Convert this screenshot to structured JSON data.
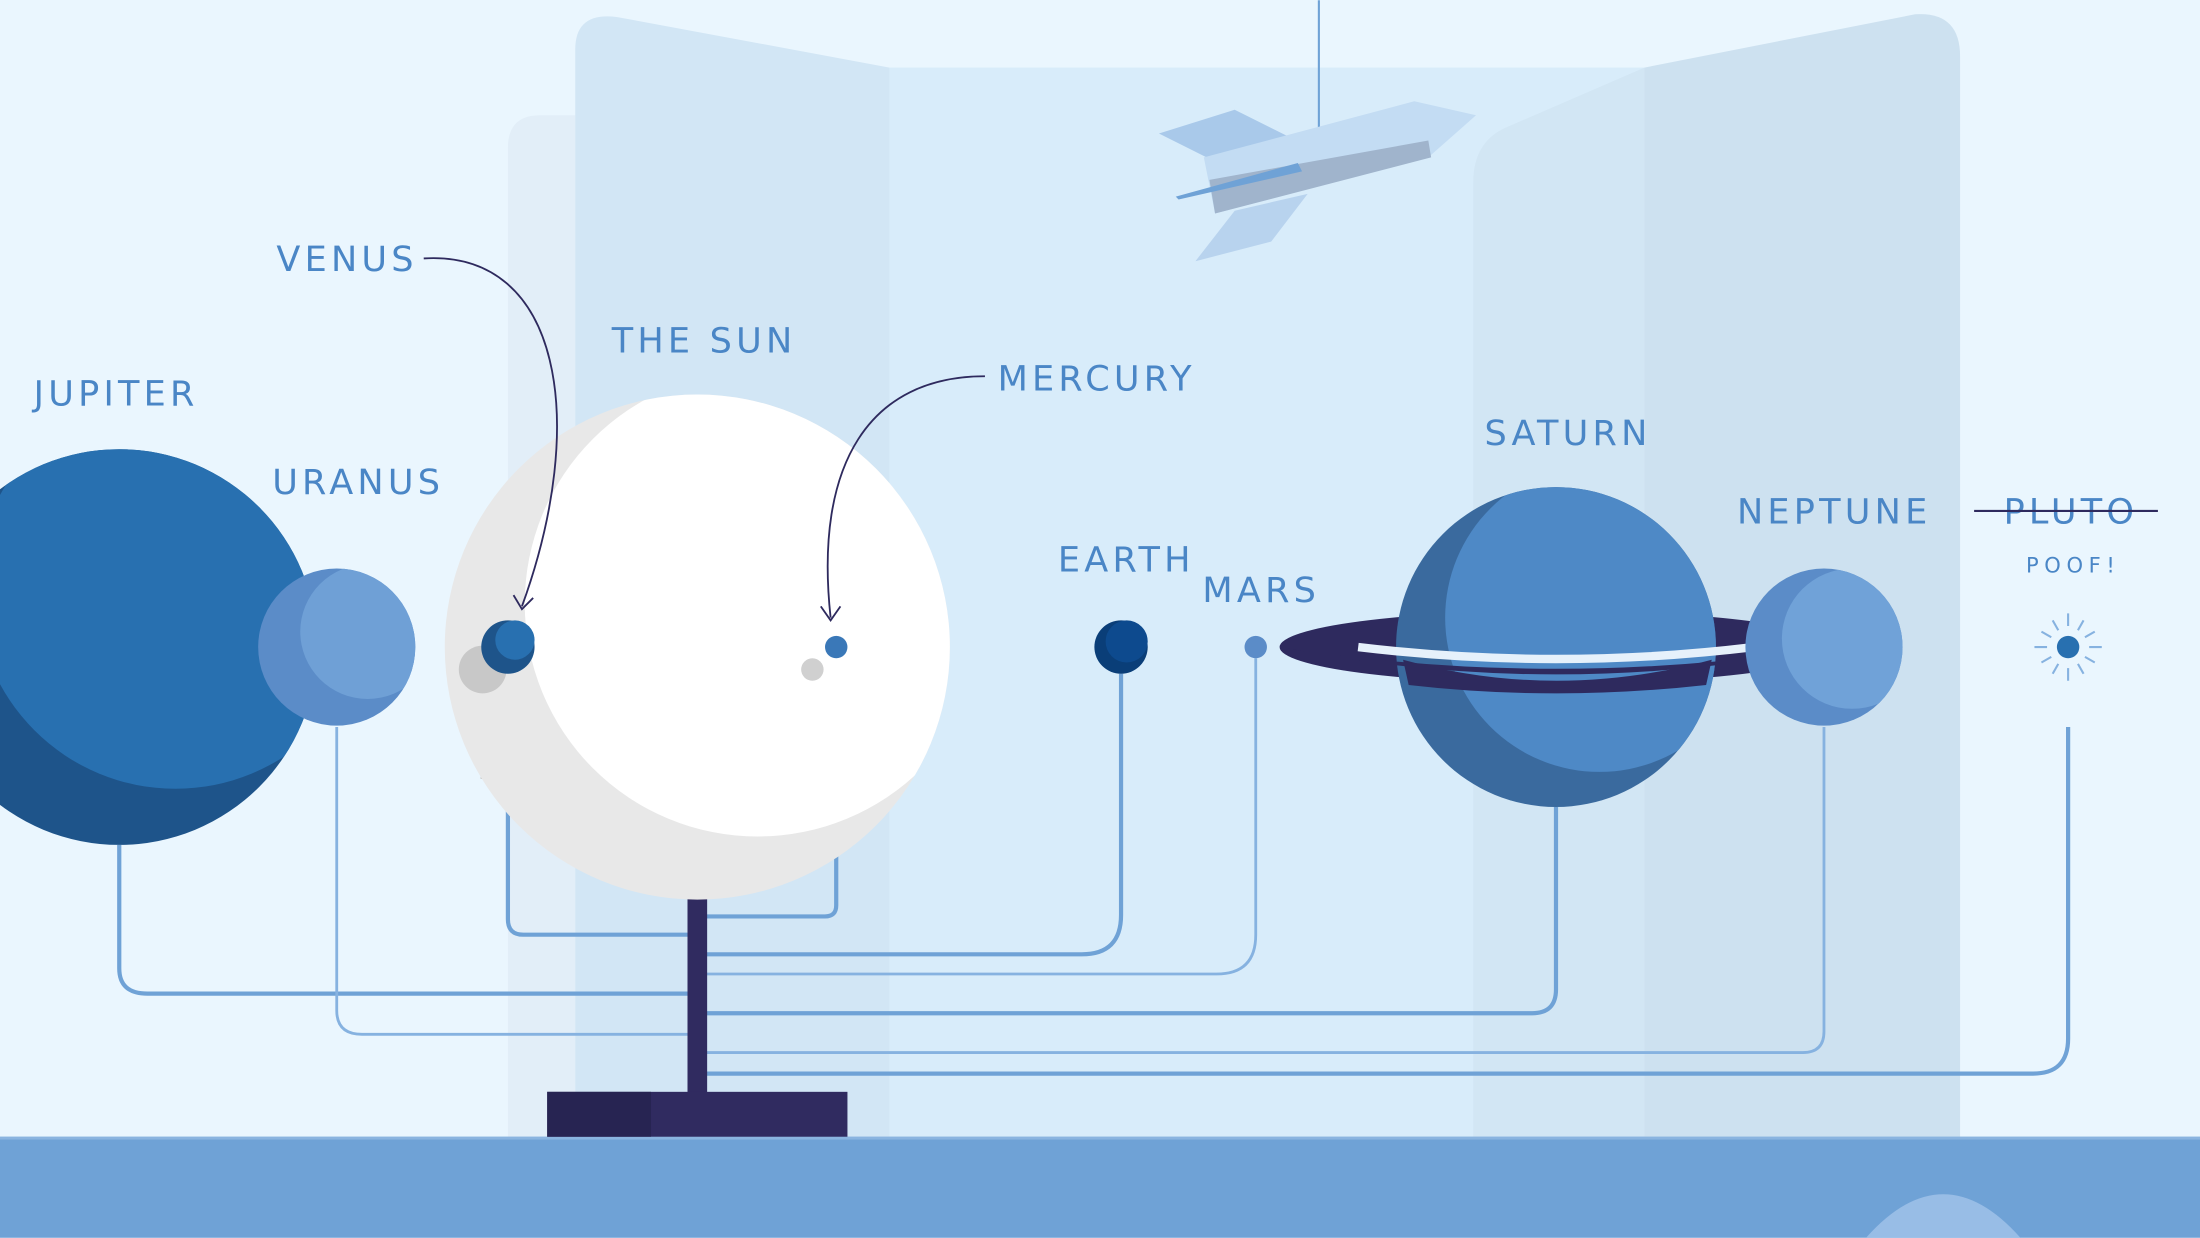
{
  "labels": {
    "jupiter": "JUPITER",
    "uranus": "URANUS",
    "venus": "VENUS",
    "sun": "THE SUN",
    "mercury": "MERCURY",
    "earth": "EARTH",
    "mars": "MARS",
    "saturn": "SATURN",
    "neptune": "NEPTUNE",
    "pluto": "PLUTO",
    "pluto_note": "POOF!"
  },
  "colors": {
    "background": "#eaf6fe",
    "ground": "#6fa2d6",
    "label": "#4a86c6",
    "stand": "#302b60"
  }
}
